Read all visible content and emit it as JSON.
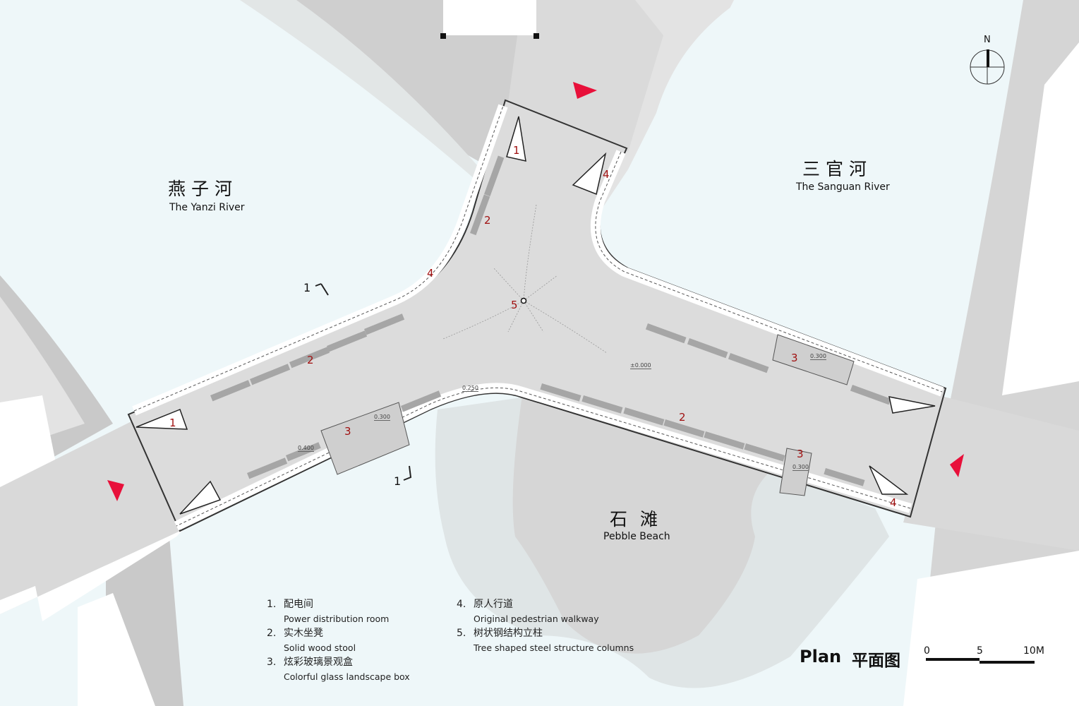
{
  "labels": {
    "yanzi_cn": "燕子河",
    "yanzi_en": "The Yanzi River",
    "sanguan_cn": "三官河",
    "sanguan_en": "The Sanguan River",
    "beach_cn": "石滩",
    "beach_en": "Pebble Beach",
    "north": "N",
    "section_mark": "1"
  },
  "legend": [
    {
      "num": "1.",
      "cn": "配电间",
      "en": "Power distribution room"
    },
    {
      "num": "2.",
      "cn": "实木坐凳",
      "en": "Solid wood stool"
    },
    {
      "num": "3.",
      "cn": "炫彩玻璃景观盒",
      "en": "Colorful glass landscape box"
    },
    {
      "num": "4.",
      "cn": "原人行道",
      "en": "Original pedestrian walkway"
    },
    {
      "num": "5.",
      "cn": "树状钢结构立柱",
      "en": "Tree shaped steel structure columns"
    }
  ],
  "title": {
    "en": "Plan",
    "cn": "平面图"
  },
  "scale": {
    "t0": "0",
    "t1": "5",
    "t2": "10M"
  },
  "elevations": {
    "center": "±0.000",
    "box_w": "0.300",
    "west": "0.400",
    "curve": "0.250",
    "box_e": "0.300",
    "box_se": "0.300"
  },
  "markers": {
    "m1": "1",
    "m2": "2",
    "m3": "3",
    "m4": "4",
    "m5": "5"
  },
  "colors": {
    "water": "#eef7f9",
    "land": "#d9d9d9",
    "road": "#dadada",
    "accent": "#e8103a",
    "marker": "#a01010"
  }
}
